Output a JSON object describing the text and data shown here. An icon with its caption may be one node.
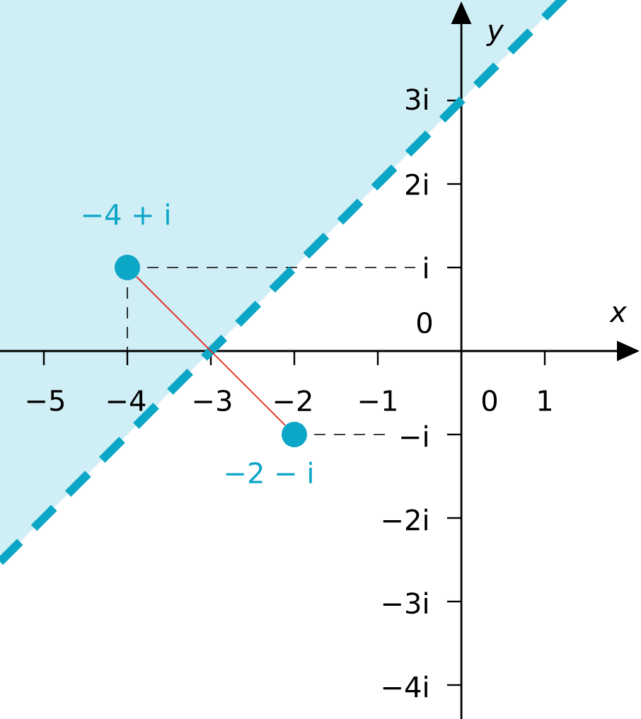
{
  "diagram": {
    "nodes": [
      {
        "text": [],
        "shape": "circle",
        "beside": [
          "−4 + i"
        ]
      },
      {
        "text": [],
        "shape": "circle",
        "beside": [
          "−2 − i"
        ]
      }
    ],
    "edges": [
      {
        "from": 0,
        "to": 1,
        "arrow": "none",
        "color": "#e0281e"
      }
    ],
    "labels": [
      "y",
      "3i",
      "2i",
      "i",
      "x",
      "0",
      "−5",
      "−4",
      "−3",
      "−2",
      "−1",
      "0",
      "1",
      "−i",
      "−2i",
      "−3i",
      "−4i"
    ]
  }
}
